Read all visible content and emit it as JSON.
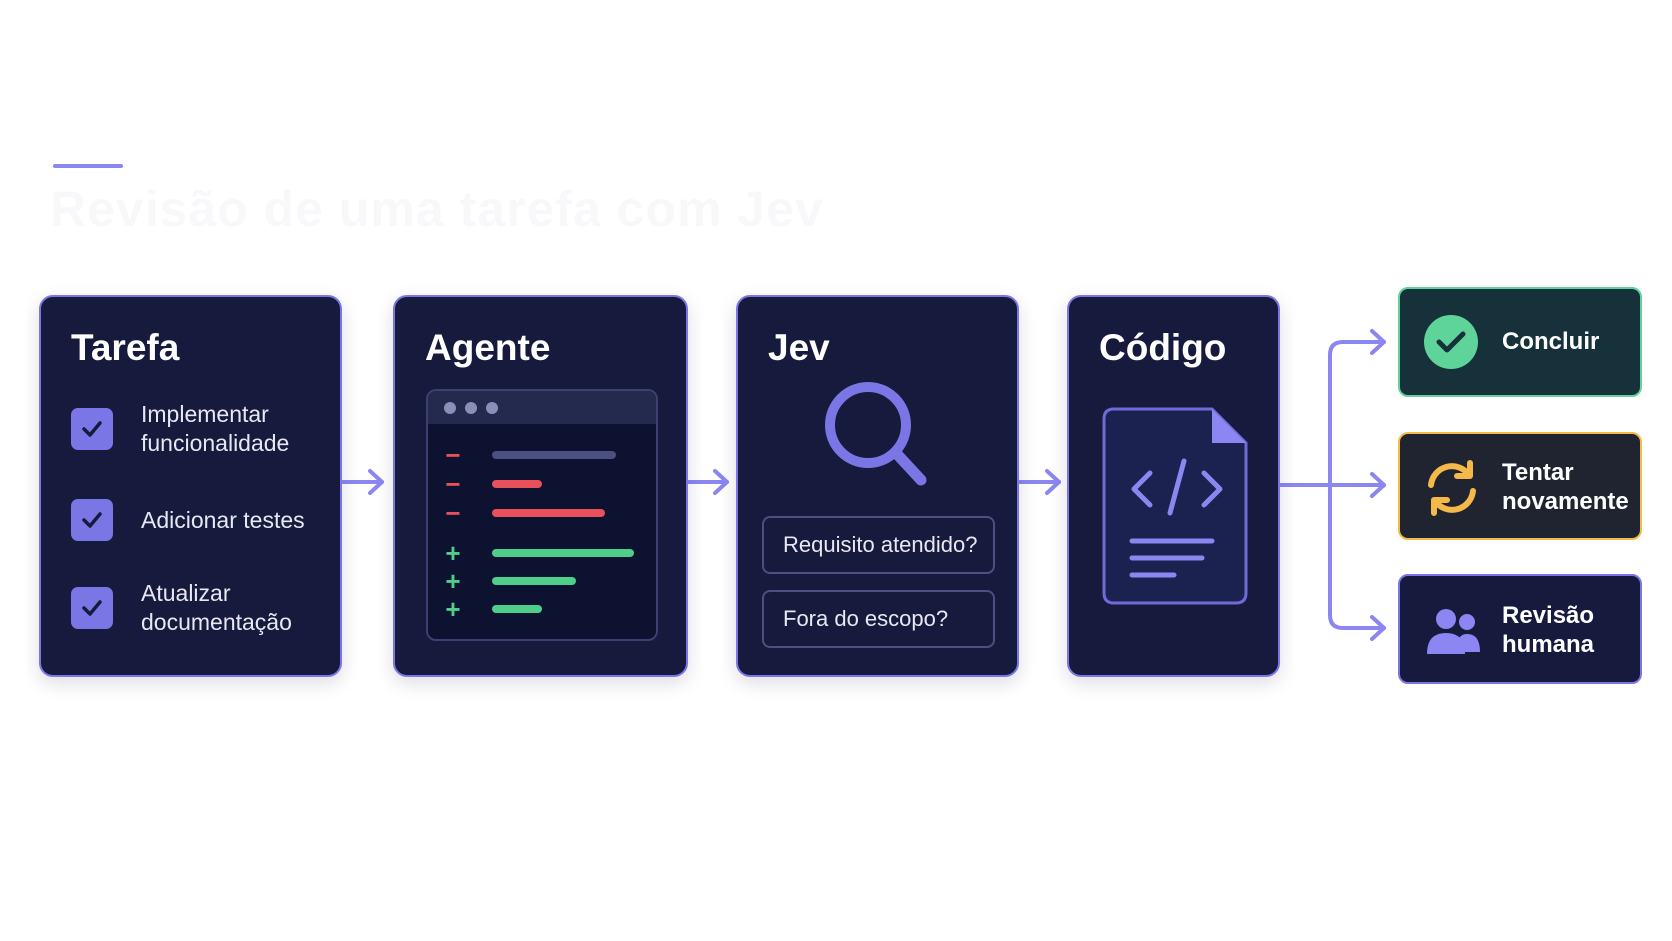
{
  "header": {
    "title": "Revisão de uma tarefa com Jev"
  },
  "tarefa": {
    "title": "Tarefa",
    "items": [
      {
        "label": "Implementar funcionalidade"
      },
      {
        "label": "Adicionar testes"
      },
      {
        "label": "Atualizar documentação"
      }
    ]
  },
  "agente": {
    "title": "Agente",
    "diff": {
      "removed_sign": "−",
      "added_sign": "+"
    }
  },
  "jev": {
    "title": "Jev",
    "questions": [
      {
        "label": "Requisito atendido?"
      },
      {
        "label": "Fora do escopo?"
      }
    ]
  },
  "codigo": {
    "title": "Código"
  },
  "outcomes": [
    {
      "label": "Concluir",
      "icon": "check-circle-icon",
      "color": "#5ed39a"
    },
    {
      "label": "Tentar novamente",
      "icon": "retry-icon",
      "color": "#f5b94a"
    },
    {
      "label": "Revisão humana",
      "icon": "users-icon",
      "color": "#8b86f2"
    }
  ],
  "colors": {
    "card_bg": "#161b3d",
    "accent": "#7b76e6",
    "removed": "#e8505b",
    "added": "#4fce8a",
    "success_bg": "#163139",
    "warning_bg": "#202431"
  }
}
